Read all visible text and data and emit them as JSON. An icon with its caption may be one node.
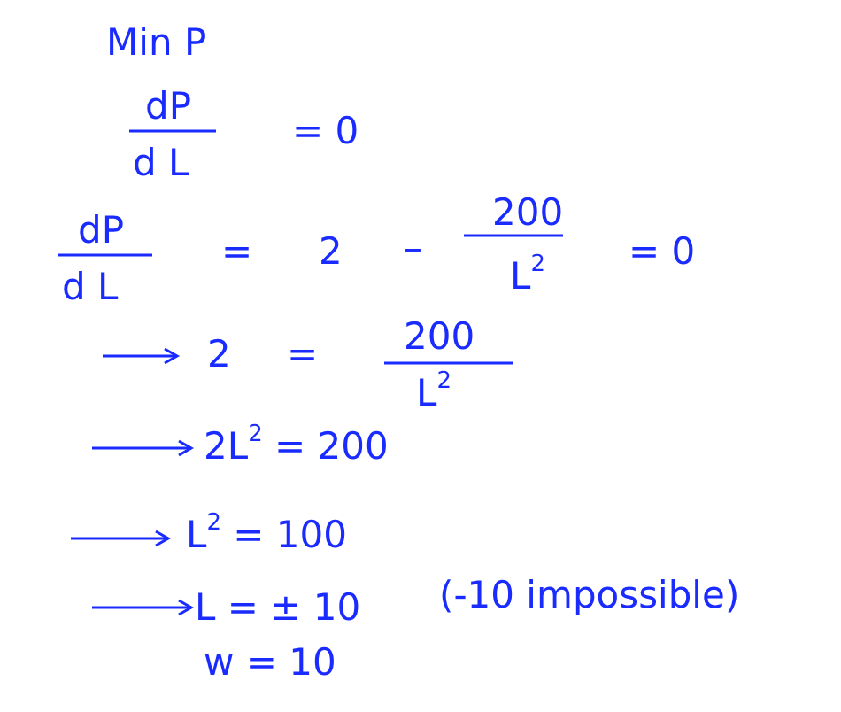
{
  "diagram": {
    "labels": [
      "Min P",
      "dP",
      "d L",
      "= 0",
      "dP",
      "d L",
      "=",
      "2",
      "–",
      "200",
      "L$^{2}$",
      "= 0",
      "2",
      "=",
      "200",
      "L$^{2}$",
      "2L$^{2}$ = 200",
      "L$^{2}$ = 100",
      "L = ± 10",
      "(-10 impossible)",
      "w = 10"
    ]
  }
}
